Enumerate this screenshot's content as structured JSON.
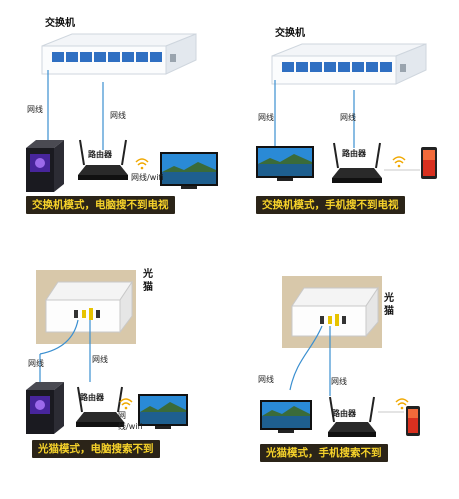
{
  "panels": [
    {
      "device_title": "交换机",
      "cable_left": "网线",
      "cable_right": "网线",
      "router_label": "路由器",
      "link_label": "网线/wifi",
      "caption": "交换机模式，电脑搜不到电视"
    },
    {
      "device_title": "交换机",
      "cable_left": "网线",
      "cable_right": "网线",
      "router_label": "路由器",
      "caption": "交换机模式，手机搜不到电视"
    },
    {
      "device_title": "光猫",
      "cable_left": "网线",
      "cable_right": "网线",
      "router_label": "路由器",
      "link_label": "网线/wifi",
      "caption": "光猫模式，电脑搜索不到"
    },
    {
      "device_title": "光猫",
      "cable_left": "网线",
      "cable_right": "网线",
      "router_label": "路由器",
      "caption": "光猫模式，手机搜索不到"
    }
  ],
  "colors": {
    "caption_bg": "#2b2418",
    "caption_text": "#f6d22a",
    "cable": "#3a8fd0",
    "port": "#2f6fc2"
  }
}
